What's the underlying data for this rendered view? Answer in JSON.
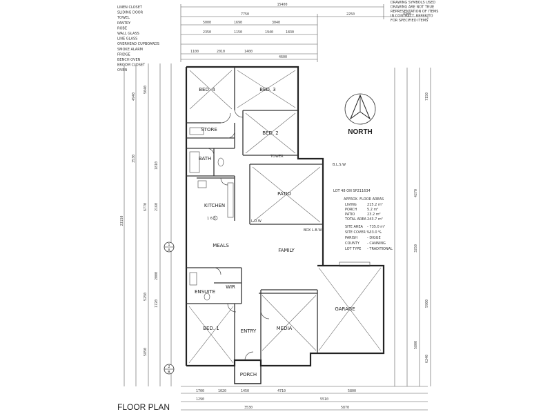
{
  "title": "FLOOR PLAN",
  "north_label": "NORTH",
  "top_dims": [
    "15400",
    "7750",
    "2250",
    "4300",
    "5000",
    "1690",
    "3040",
    "2350",
    "1150",
    "1940",
    "1830",
    "1100",
    "2010",
    "1400",
    "4600"
  ],
  "left_dims": [
    "23150",
    "4940",
    "5040",
    "6770",
    "3530",
    "5250",
    "5850",
    "2160",
    "1810",
    "2000",
    "1720"
  ],
  "right_dims": [
    "7150",
    "4270",
    "5900",
    "6240",
    "3250",
    "5800"
  ],
  "bottom_dims": [
    "1700",
    "1020",
    "1450",
    "4710",
    "5800",
    "5510",
    "5870",
    "1290",
    "3530"
  ],
  "rooms": [
    {
      "id": "bed4",
      "label": "BED. 4"
    },
    {
      "id": "bed3",
      "label": "BED. 3"
    },
    {
      "id": "bed2",
      "label": "BED. 2"
    },
    {
      "id": "store",
      "label": "STORE"
    },
    {
      "id": "bath",
      "label": "BATH"
    },
    {
      "id": "kitchen",
      "label": "KITCHEN"
    },
    {
      "id": "patio",
      "label": "PATIO"
    },
    {
      "id": "meals",
      "label": "MEALS"
    },
    {
      "id": "family",
      "label": "FAMILY"
    },
    {
      "id": "ensuite",
      "label": "ENSUITE"
    },
    {
      "id": "wir",
      "label": "WIR"
    },
    {
      "id": "bed1",
      "label": "BED. 1"
    },
    {
      "id": "entry",
      "label": "ENTRY"
    },
    {
      "id": "media",
      "label": "MEDIA"
    },
    {
      "id": "garage",
      "label": "GARAGE"
    },
    {
      "id": "porch",
      "label": "PORCH"
    }
  ],
  "lot": "LOT 48 ON SP211634",
  "areas_heading": "APPROX. FLOOR AREAS",
  "areas": [
    {
      "k": "LIVING",
      "v": "215.2 m²"
    },
    {
      "k": "PORCH",
      "v": "5.2 m²"
    },
    {
      "k": "PATIO",
      "v": "23.2 m²"
    },
    {
      "k": "TOTAL AREA",
      "v": "243.7 m²"
    }
  ],
  "site": [
    {
      "k": "SITE AREA",
      "v": "- 735.0 m²"
    },
    {
      "k": "SITE COVER %",
      "v": "- 33.0 %"
    },
    {
      "k": "PARISH",
      "v": "- DIGGE"
    },
    {
      "k": "COUNTY",
      "v": "- CANNING"
    },
    {
      "k": "LOT TYPE",
      "v": "- TRADITIONAL"
    }
  ],
  "legend": [
    "LINEN CLOSET",
    "SLIDING DOOR",
    "TOWEL",
    "PANTRY",
    "ROBE",
    "WALL GLASS",
    "LINE GLASS",
    "OVERHEAD CUPBOARDS",
    "SMOKE ALARM",
    "FRIDGE",
    "BENCH OVEN",
    "BROOM CLOSET",
    "OVEN"
  ],
  "topright_note": [
    "DRAWING SYMBOLS USED",
    "DRAWING ARE NOT TRUE",
    "REPRESENTATION OF ITEMS",
    "IN CONTRACT. REFER TO",
    "FOR SPECIFIED ITEMS"
  ],
  "misc_labels": {
    "l1": "L.D.W",
    "l2": "BOX L.B.W",
    "l3": "B.L.S.W",
    "l4": "W.I.R",
    "l5": "TOWER",
    "door_a": "1",
    "door_b": "A",
    "door_c": "2",
    "door_d": "B",
    "lb": "1 6 3"
  }
}
